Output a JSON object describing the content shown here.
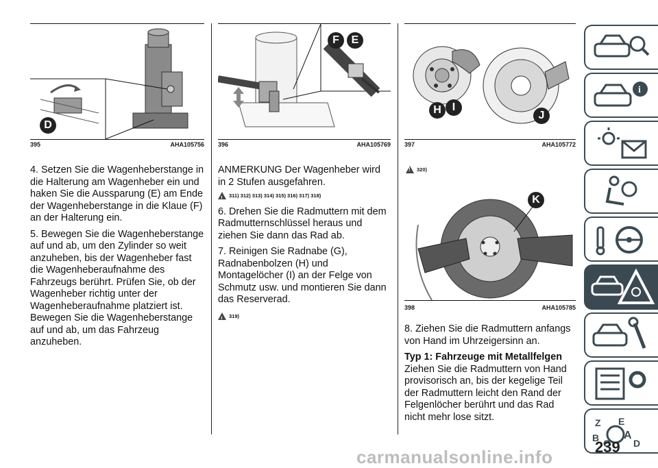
{
  "figures": [
    {
      "number": "395",
      "code": "AHA105756",
      "callouts": [
        "D"
      ]
    },
    {
      "number": "396",
      "code": "AHA105769",
      "callouts": [
        "F",
        "E"
      ]
    },
    {
      "number": "397",
      "code": "AHA105772",
      "callouts": [
        "H",
        "I",
        "J"
      ]
    },
    {
      "number": "398",
      "code": "AHA105785",
      "callouts": [
        "K"
      ]
    }
  ],
  "col1": {
    "para1": "4. Setzen Sie die Wagenheberstange in die Halterung am Wagenheber ein und haken Sie die Aussparung (E) am Ende der Wagenheberstange in die Klaue (F) an der Halterung ein.",
    "para2": "5. Bewegen Sie die Wagenheberstange auf und ab, um den Zylinder so weit anzuheben, bis der Wagenheber fast die Wagenheberaufnahme des Fahrzeugs berührt. Prüfen Sie, ob der Wagenheber richtig unter der Wagenheberaufnahme platziert ist. Bewegen Sie die Wagenheberstange auf und ab, um das Fahrzeug anzuheben."
  },
  "col2": {
    "note": "ANMERKUNG Der Wagenheber wird in 2 Stufen ausgefahren.",
    "refs1": "311) 312) 313) 314) 315) 316) 317) 318)",
    "para6": "6. Drehen Sie die Radmuttern mit dem Radmutternschlüssel heraus und ziehen Sie dann das Rad ab.",
    "para7": "7. Reinigen Sie Radnabe (G), Radnabenbolzen (H) und Montagelöcher (I) an der Felge von Schmutz usw. und montieren Sie dann das Reserverad.",
    "refs2": "319)"
  },
  "col3": {
    "refs": "320)",
    "para8": "8. Ziehen Sie die Radmuttern anfangs von Hand im Uhrzeigersinn an.",
    "heading": "Typ 1: Fahrzeuge mit Metallfelgen",
    "body": "Ziehen Sie die Radmuttern von Hand provisorisch an, bis der kegelige Teil der Radmuttern leicht den Rand der Felgenlöcher berührt und das Rad nicht mehr lose sitzt."
  },
  "sidebar": {
    "tabs": [
      {
        "icon": "car-search-icon",
        "active": false
      },
      {
        "icon": "car-info-icon",
        "active": false
      },
      {
        "icon": "warning-lights-mail-icon",
        "active": false
      },
      {
        "icon": "seat-airbag-icon",
        "active": false
      },
      {
        "icon": "key-steering-wheel-icon",
        "active": false
      },
      {
        "icon": "emergency-car-warning-icon",
        "active": true
      },
      {
        "icon": "car-maintenance-wrench-icon",
        "active": false
      },
      {
        "icon": "specs-list-gear-icon",
        "active": false
      },
      {
        "icon": "alphabet-index-search-icon",
        "active": false
      }
    ]
  },
  "page_number": "239",
  "watermark": "carmanualsonline.info",
  "colors": {
    "tab_dark": "#3b4a52",
    "callout_bg": "#222222"
  }
}
